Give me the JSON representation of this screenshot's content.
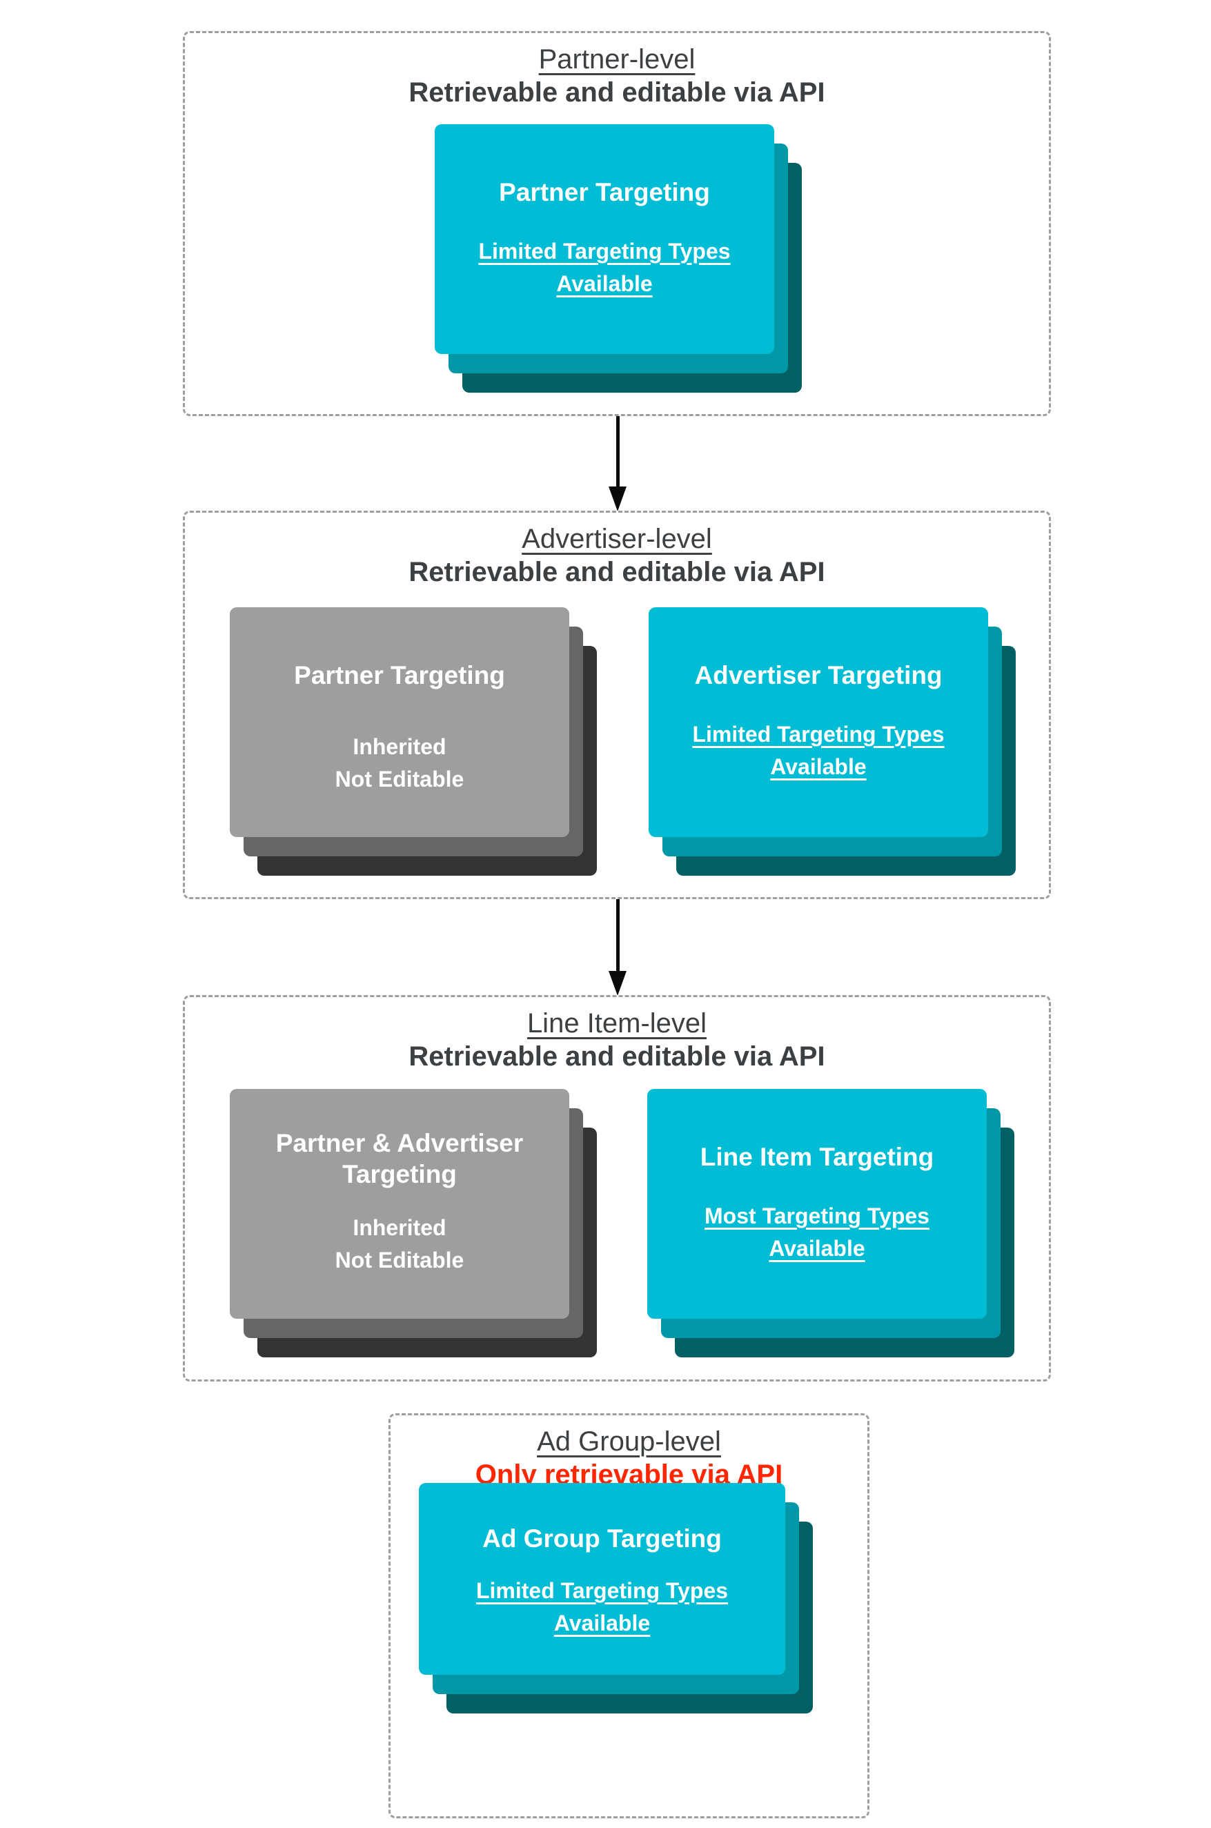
{
  "diagram": {
    "colors": {
      "cyan_card_front": "#00BCD4",
      "cyan_card_middle": "#0097A7",
      "cyan_card_back": "#006064",
      "gray_card_front": "#9E9E9E",
      "gray_card_middle": "#666666",
      "gray_card_back": "#333333",
      "heading_text": "#3D4043",
      "alert_red": "#FF2600",
      "card_text": "#FFFFFF",
      "dashed_border": "#9E9E9E",
      "arrow": "#0A0A0A"
    },
    "sections": [
      {
        "level_title": "Partner-level",
        "availability": "Retrievable and editable via API",
        "cards": [
          {
            "style": "cyan",
            "title": "Partner Targeting",
            "subtitle": "Limited Targeting Types\nAvailable",
            "subtitle_underlined": true
          }
        ]
      },
      {
        "level_title": "Advertiser-level",
        "availability": "Retrievable and editable via API",
        "cards": [
          {
            "style": "gray",
            "title": "Partner Targeting",
            "subtitle": "Inherited\nNot Editable",
            "subtitle_underlined": false
          },
          {
            "style": "cyan",
            "title": "Advertiser Targeting",
            "subtitle": "Limited Targeting Types\nAvailable",
            "subtitle_underlined": true
          }
        ]
      },
      {
        "level_title": "Line Item-level",
        "availability": "Retrievable and editable via API",
        "cards": [
          {
            "style": "gray",
            "title": "Partner & Advertiser\nTargeting",
            "subtitle": "Inherited\nNot Editable",
            "subtitle_underlined": false
          },
          {
            "style": "cyan",
            "title": "Line Item Targeting",
            "subtitle": "Most Targeting Types\nAvailable",
            "subtitle_underlined": true
          }
        ]
      },
      {
        "level_title": "Ad Group-level",
        "availability": "Only retrievable via API",
        "availability_highlight": "red",
        "cards": [
          {
            "style": "cyan",
            "title": "Ad Group Targeting",
            "subtitle": "Limited Targeting Types\nAvailable",
            "subtitle_underlined": true
          }
        ]
      }
    ]
  }
}
